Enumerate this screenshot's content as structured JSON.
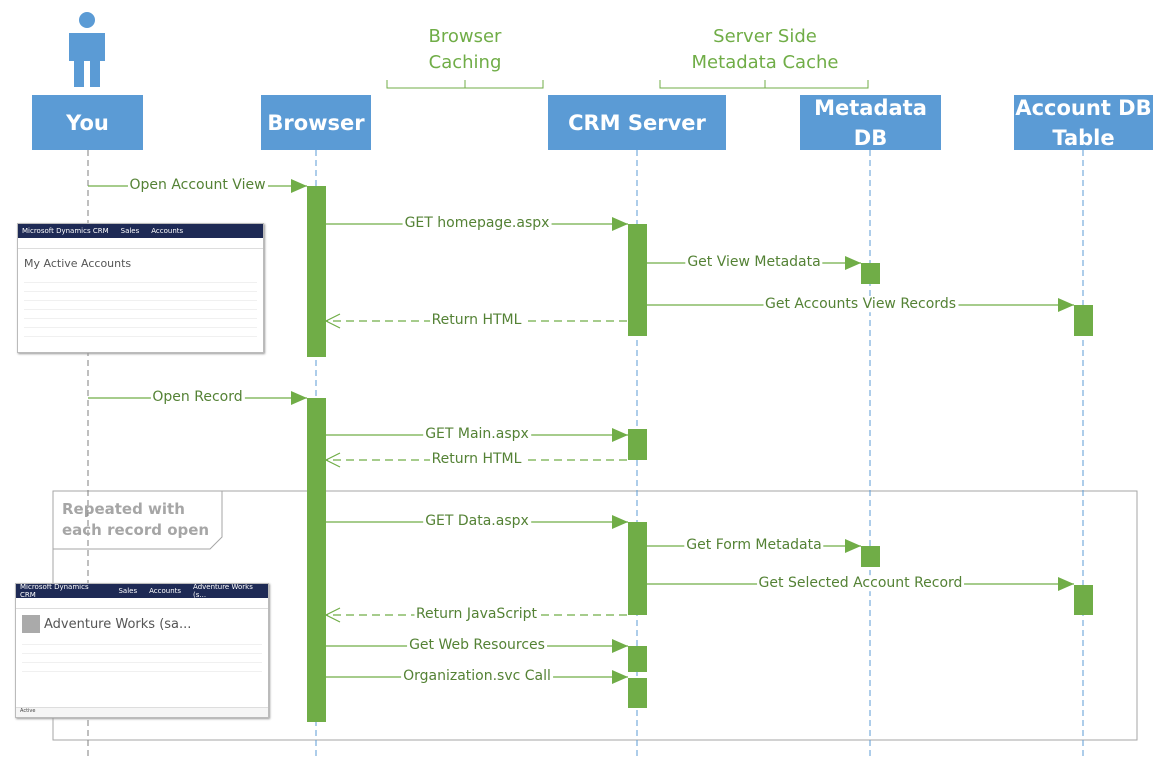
{
  "participants": [
    {
      "label": "You",
      "icon": "person-icon"
    },
    {
      "label": "Browser"
    },
    {
      "label": "CRM Server"
    },
    {
      "label": "Metadata DB"
    },
    {
      "label": "Account DB Table"
    }
  ],
  "groups": [
    {
      "label": "Browser Caching"
    },
    {
      "label": "Server Side Metadata Cache"
    }
  ],
  "loop_note": "Repeated with each record open",
  "messages": [
    {
      "from": "You",
      "to": "Browser",
      "label": "Open Account View",
      "type": "sync"
    },
    {
      "from": "Browser",
      "to": "CRM Server",
      "label": "GET homepage.aspx",
      "type": "sync"
    },
    {
      "from": "CRM Server",
      "to": "Metadata DB",
      "label": "Get View Metadata",
      "type": "sync"
    },
    {
      "from": "CRM Server",
      "to": "Account DB Table",
      "label": "Get Accounts View Records",
      "type": "sync"
    },
    {
      "from": "CRM Server",
      "to": "Browser",
      "label": "Return HTML",
      "type": "return"
    },
    {
      "from": "You",
      "to": "Browser",
      "label": "Open Record",
      "type": "sync"
    },
    {
      "from": "Browser",
      "to": "CRM Server",
      "label": "GET Main.aspx",
      "type": "sync"
    },
    {
      "from": "CRM Server",
      "to": "Browser",
      "label": "Return HTML",
      "type": "return"
    },
    {
      "from": "Browser",
      "to": "CRM Server",
      "label": "GET Data.aspx",
      "type": "sync"
    },
    {
      "from": "CRM Server",
      "to": "Metadata DB",
      "label": "Get Form Metadata",
      "type": "sync"
    },
    {
      "from": "CRM Server",
      "to": "Account DB Table",
      "label": "Get Selected Account Record",
      "type": "sync"
    },
    {
      "from": "CRM Server",
      "to": "Browser",
      "label": "Return JavaScript",
      "type": "return"
    },
    {
      "from": "Browser",
      "to": "CRM Server",
      "label": "Get Web Resources",
      "type": "sync"
    },
    {
      "from": "Browser",
      "to": "CRM Server",
      "label": "Organization.svc Call",
      "type": "sync"
    }
  ],
  "screenshots": {
    "accounts": {
      "app": "Microsoft Dynamics CRM",
      "nav": [
        "Sales",
        "Accounts"
      ],
      "title": "My Active Accounts"
    },
    "record": {
      "app": "Microsoft Dynamics CRM",
      "nav": [
        "Sales",
        "Accounts",
        "Adventure Works (s..."
      ],
      "title": "Adventure Works (sa...",
      "status": "Active"
    }
  },
  "colors": {
    "header": "#5b9bd5",
    "activation": "#70ad47",
    "label": "#548235",
    "lifeline": "#5b9bd5",
    "frame": "#a6a6a6"
  }
}
